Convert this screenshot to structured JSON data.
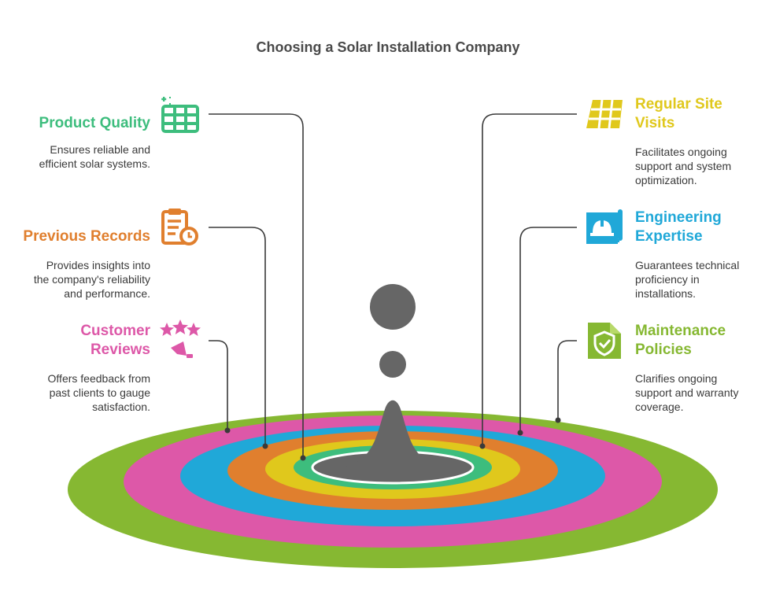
{
  "title": "Choosing a Solar Installation Company",
  "colors": {
    "product_quality": "#3dbd7d",
    "previous_records": "#e07f2e",
    "customer_reviews": "#dd58a8",
    "regular_site_visits": "#e0c81c",
    "engineering_expertise": "#20a8d8",
    "maintenance_policies": "#86b832",
    "drop": "#666666",
    "connector": "#3a3a3a"
  },
  "items": {
    "product_quality": {
      "heading": "Product Quality",
      "desc": [
        "Ensures reliable and",
        "efficient solar systems."
      ],
      "icon": "solar-panel-sparkle-icon"
    },
    "previous_records": {
      "heading": "Previous Records",
      "desc": [
        "Provides insights into",
        "the company's reliability",
        "and performance."
      ],
      "icon": "clipboard-clock-icon"
    },
    "customer_reviews": {
      "heading": [
        "Customer",
        "Reviews"
      ],
      "desc": [
        "Offers feedback from",
        "past clients to gauge",
        "satisfaction."
      ],
      "icon": "stars-megaphone-icon"
    },
    "regular_site_visits": {
      "heading": [
        "Regular Site",
        "Visits"
      ],
      "desc": [
        "Facilitates ongoing",
        "support and system",
        "optimization."
      ],
      "icon": "solar-grid-icon"
    },
    "engineering_expertise": {
      "heading": [
        "Engineering",
        "Expertise"
      ],
      "desc": [
        "Guarantees technical",
        "proficiency in",
        "installations."
      ],
      "icon": "hard-hat-blueprint-icon"
    },
    "maintenance_policies": {
      "heading": [
        "Maintenance",
        "Policies"
      ],
      "desc": [
        "Clarifies ongoing",
        "support and warranty",
        "coverage."
      ],
      "icon": "shield-document-icon"
    }
  }
}
